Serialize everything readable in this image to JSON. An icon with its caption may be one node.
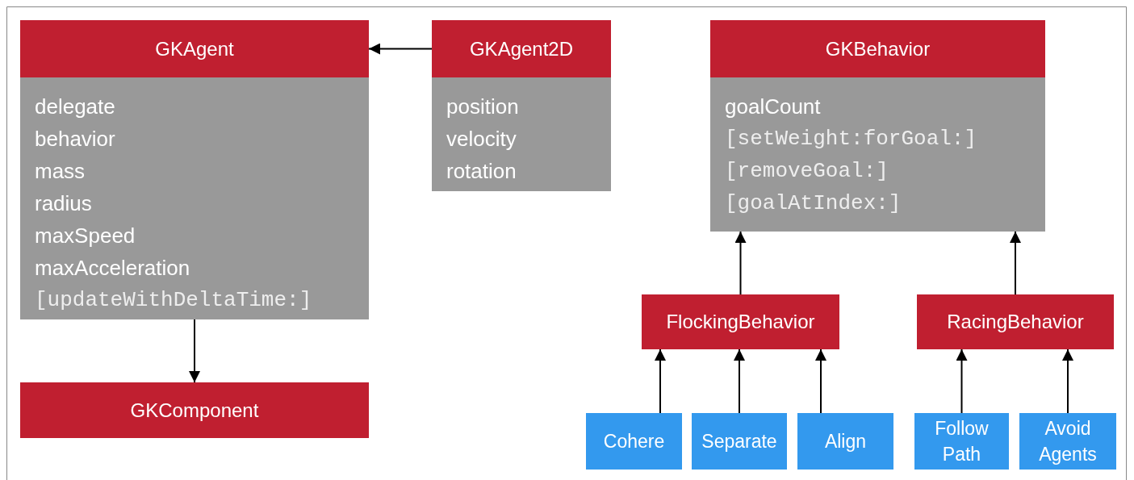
{
  "diagram": {
    "nodes": [
      {
        "text": [
          "GKAgent",
          "delegate",
          "behavior",
          "mass",
          "radius",
          "maxSpeed",
          "maxAcceleration",
          "[updateWithDeltaTime:]"
        ]
      },
      {
        "text": [
          "GKAgent2D",
          "position",
          "velocity",
          "rotation"
        ]
      },
      {
        "text": [
          "GKBehavior",
          "goalCount",
          "[setWeight:forGoal:]",
          "[removeGoal:]",
          "[goalAtIndex:]"
        ]
      },
      {
        "text": [
          "GKComponent"
        ]
      },
      {
        "text": [
          "FlockingBehavior"
        ]
      },
      {
        "text": [
          "RacingBehavior"
        ]
      },
      {
        "text": [
          "Cohere"
        ]
      },
      {
        "text": [
          "Separate"
        ]
      },
      {
        "text": [
          "Align"
        ]
      },
      {
        "text": [
          "Follow Path"
        ]
      },
      {
        "text": [
          "Avoid Agents"
        ]
      }
    ],
    "edges": [
      {
        "from": 1,
        "to": 0,
        "arrow": "to"
      },
      {
        "from": 0,
        "to": 3,
        "arrow": "to"
      },
      {
        "from": 4,
        "to": 2,
        "arrow": "to"
      },
      {
        "from": 5,
        "to": 2,
        "arrow": "to"
      },
      {
        "from": 6,
        "to": 4,
        "arrow": "to"
      },
      {
        "from": 7,
        "to": 4,
        "arrow": "to"
      },
      {
        "from": 8,
        "to": 4,
        "arrow": "to"
      },
      {
        "from": 9,
        "to": 5,
        "arrow": "to"
      },
      {
        "from": 10,
        "to": 5,
        "arrow": "to"
      }
    ]
  }
}
